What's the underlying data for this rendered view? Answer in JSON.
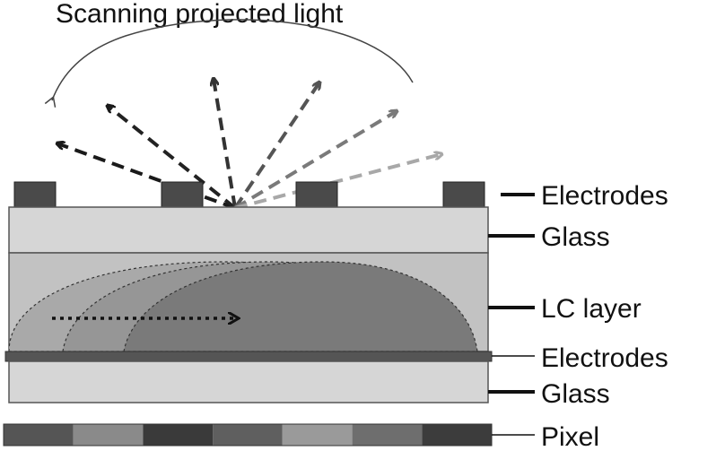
{
  "title": "Scanning projected light",
  "labels": {
    "top_electrodes": "Electrodes",
    "top_glass": "Glass",
    "lc_layer": "LC layer",
    "bottom_electrodes": "Electrodes",
    "bottom_glass": "Glass",
    "pixel": "Pixel"
  },
  "colors": {
    "electrode": "#4a4a4a",
    "glass": "#d6d6d6",
    "lc_layer": "#b9b9b9",
    "lc_lens_dark": "#7a7a7a",
    "arrow_dark": "#1a1a1a",
    "arrow_light": "#b0b0b0",
    "pixel_shades": [
      "#555555",
      "#8a8a8a",
      "#3a3a3a",
      "#5f5f5f",
      "#9a9a9a",
      "#6e6e6e",
      "#3c3c3c"
    ]
  }
}
